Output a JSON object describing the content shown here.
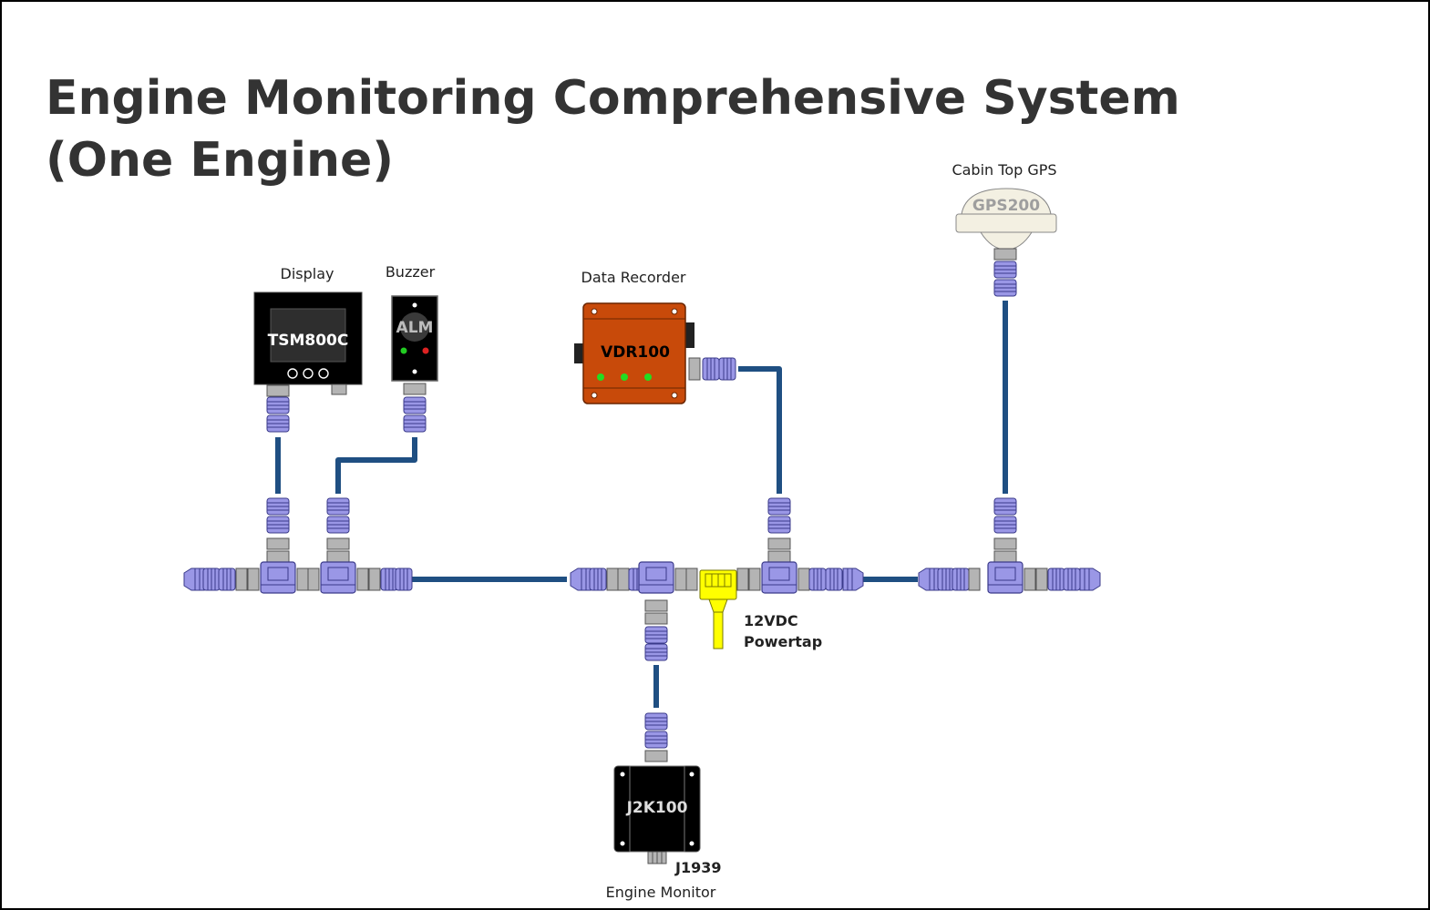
{
  "title": {
    "line1": "Engine Monitoring Comprehensive System",
    "line2": "(One Engine)"
  },
  "labels": {
    "display": "Display",
    "buzzer": "Buzzer",
    "data_recorder": "Data Recorder",
    "cabin_gps": "Cabin Top GPS",
    "powertap_line1": "12VDC",
    "powertap_line2": "Powertap",
    "j1939": "J1939",
    "engine_monitor": "Engine Monitor"
  },
  "devices": {
    "display": "TSM800C",
    "buzzer": "ALM",
    "recorder": "VDR100",
    "gps": "GPS200",
    "engine": "J2K100"
  },
  "colors": {
    "cable": "#1f4f82",
    "connector": "#9a97e6",
    "connector_stroke": "#3a3a8a",
    "coupling": "#b4b4b4",
    "powertap": "#ffff00",
    "recorder_body": "#c84a0a",
    "device_body": "#000000"
  }
}
